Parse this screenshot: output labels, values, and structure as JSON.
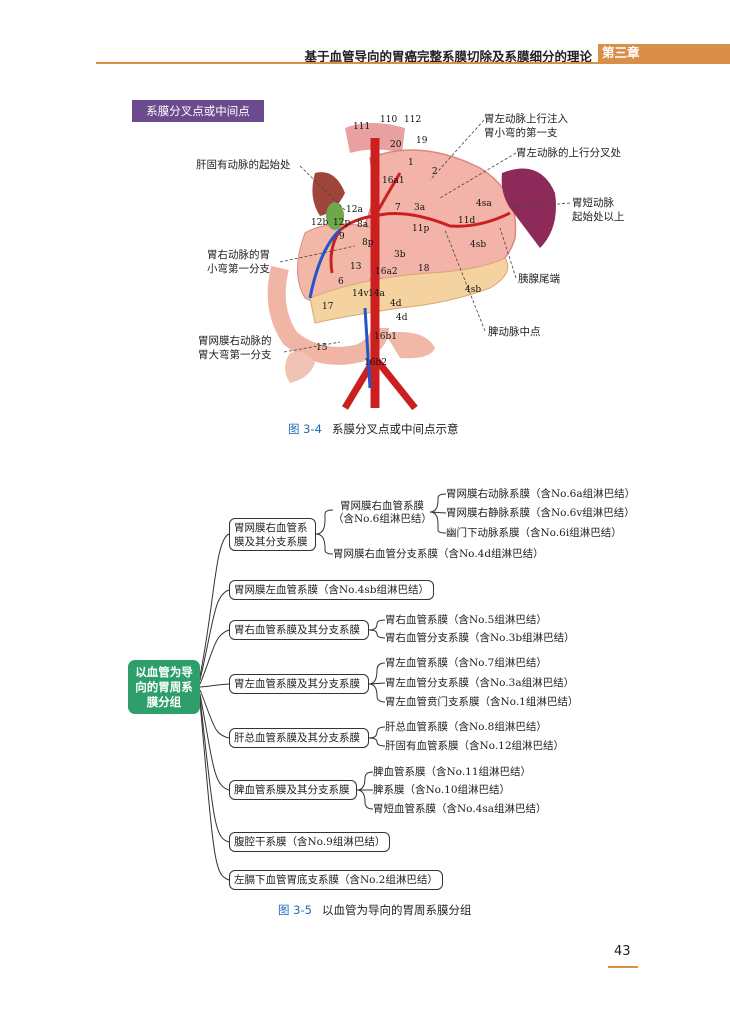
{
  "header": {
    "title": "基于血管导向的胃癌完整系膜切除及系膜细分的理论",
    "chapter": "第三章"
  },
  "figure_3_4": {
    "label_bar": "系膜分叉点或中间点",
    "caption_number": "图 3-4",
    "caption_text": "系膜分叉点或中间点示意",
    "station_numbers": [
      "111",
      "110",
      "112",
      "19",
      "20",
      "1",
      "2",
      "16a1",
      "7",
      "3a",
      "12a",
      "12b",
      "12p",
      "8a",
      "11p",
      "11d",
      "4sa",
      "9",
      "8p",
      "3b",
      "4sb",
      "13",
      "16a2",
      "18",
      "6",
      "14v",
      "14a",
      "4d",
      "4sb",
      "17",
      "4d",
      "16b1",
      "15",
      "16b2"
    ],
    "annotations": {
      "left_gastric_ascending_inject": "胃左动脉上行注入",
      "left_gastric_ascending_inject_2": "胃小弯的第一支",
      "left_gastric_ascending_branch": "胃左动脉的上行分叉处",
      "proper_hepatic_origin": "肝固有动脉的起始处",
      "short_gastric": "胃短动脉",
      "short_gastric_2": "起始处以上",
      "right_gastric_1": "胃右动脉的胃",
      "right_gastric_2": "小弯第一分支",
      "pancreatic_tail": "胰腺尾端",
      "splenic_mid": "脾动脉中点",
      "rgea_1": "胃网膜右动脉的",
      "rgea_2": "胃大弯第一分支"
    }
  },
  "figure_3_5": {
    "caption_number": "图 3-5",
    "caption_text": "以血管为导向的胃周系膜分组",
    "root": [
      "以血管为导",
      "向的胃周系",
      "膜分组"
    ],
    "groups": [
      {
        "label": [
          "胃网膜右血管系",
          "膜及其分支系膜"
        ],
        "sub": [
          {
            "label": [
              "胃网膜右血管系膜",
              "（含No.6组淋巴结）"
            ],
            "leaves": [
              "胃网膜右动脉系膜（含No.6a组淋巴结）",
              "胃网膜右静脉系膜（含No.6v组淋巴结）",
              "幽门下动脉系膜（含No.6i组淋巴结）"
            ]
          }
        ],
        "extra_leaf": "胃网膜右血管分支系膜（含No.4d组淋巴结）"
      },
      {
        "label": [
          "胃网膜左血管系膜（含No.4sb组淋巴结）"
        ]
      },
      {
        "label": [
          "胃右血管系膜及其分支系膜"
        ],
        "leaves": [
          "胃右血管系膜（含No.5组淋巴结）",
          "胃右血管分支系膜（含No.3b组淋巴结）"
        ]
      },
      {
        "label": [
          "胃左血管系膜及其分支系膜"
        ],
        "leaves": [
          "胃左血管系膜（含No.7组淋巴结）",
          "胃左血管分支系膜（含No.3a组淋巴结）",
          "胃左血管贲门支系膜（含No.1组淋巴结）"
        ]
      },
      {
        "label": [
          "肝总血管系膜及其分支系膜"
        ],
        "leaves": [
          "肝总血管系膜（含No.8组淋巴结）",
          "肝固有血管系膜（含No.12组淋巴结）"
        ]
      },
      {
        "label": [
          "脾血管系膜及其分支系膜"
        ],
        "leaves": [
          "脾血管系膜（含No.11组淋巴结）",
          "脾系膜（含No.10组淋巴结）",
          "胃短血管系膜（含No.4sa组淋巴结）"
        ]
      },
      {
        "label": [
          "腹腔干系膜（含No.9组淋巴结）"
        ]
      },
      {
        "label": [
          "左膈下血管胃底支系膜（含No.2组淋巴结）"
        ]
      }
    ]
  },
  "page_number": "43",
  "colors": {
    "accent_orange": "#d98f4a",
    "label_purple": "#6b4a8e",
    "root_green": "#2e9e6b",
    "caption_blue": "#1e6bb8"
  }
}
